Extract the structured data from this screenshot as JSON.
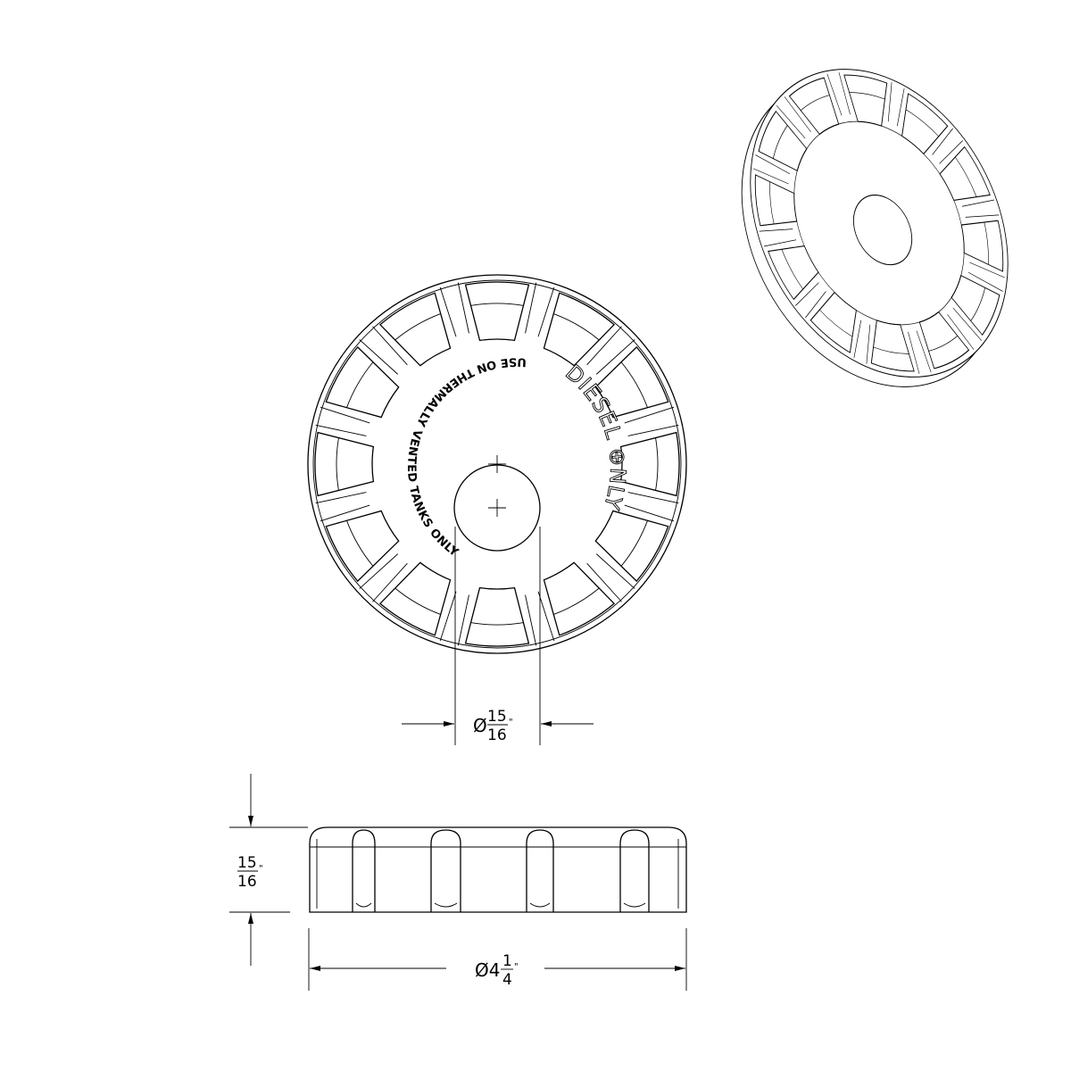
{
  "embossing": {
    "outer_text": "USE ON THERMALLY VENTED TANKS ONLY",
    "fuel_text": "DIESEL ⊕NLY"
  },
  "dimensions": {
    "hole_diameter": {
      "symbol": "Ø",
      "numerator": "15",
      "denominator": "16",
      "unit": "\""
    },
    "height": {
      "numerator": "15",
      "denominator": "16",
      "unit": "\""
    },
    "outer_diameter": {
      "symbol": "Ø4",
      "numerator": "1",
      "denominator": "4",
      "unit": "\""
    }
  },
  "lug_count": 12,
  "colors": {
    "line": "#000000",
    "background": "#ffffff"
  }
}
